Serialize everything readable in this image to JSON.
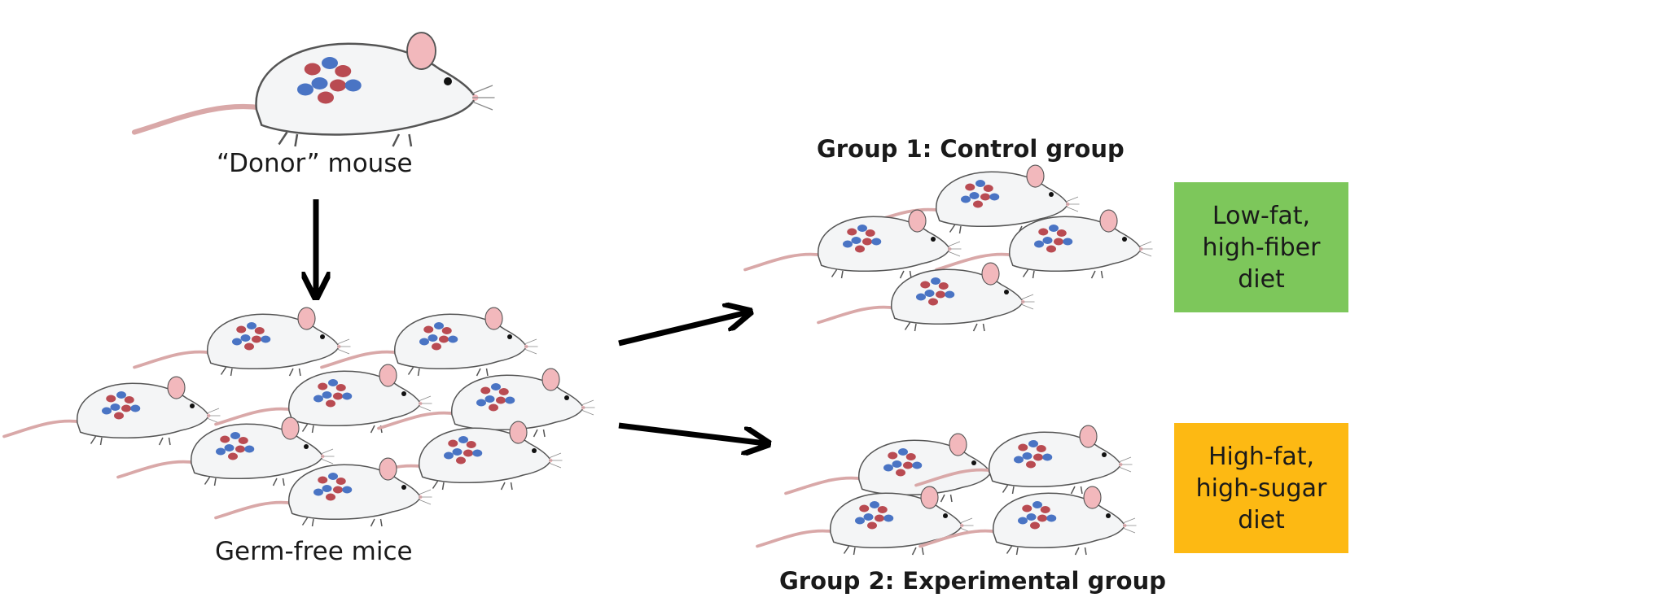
{
  "donor": {
    "label": "“Donor” mouse"
  },
  "germ_free": {
    "label": "Germ-free mice"
  },
  "group1": {
    "title": "Group 1: Control group",
    "diet_lines": [
      "Low-fat,",
      "high-fiber",
      "diet"
    ],
    "diet_color": "#7dc75b"
  },
  "group2": {
    "title": "Group 2: Experimental group",
    "diet_lines": [
      "High-fat,",
      "high-sugar",
      "diet"
    ],
    "diet_color": "#fdb913"
  },
  "colors": {
    "mouse_body": "#f4f5f6",
    "mouse_outline": "#555555",
    "mouse_pink": "#f2b8bc",
    "tail": "#d9a8a8",
    "microbe_red": "#b94b52",
    "microbe_blue": "#4a74c4",
    "arrow": "#000000"
  },
  "icons": {
    "mouse": "mouse-icon",
    "arrow": "arrow-icon",
    "microbe": "microbe-icon"
  }
}
